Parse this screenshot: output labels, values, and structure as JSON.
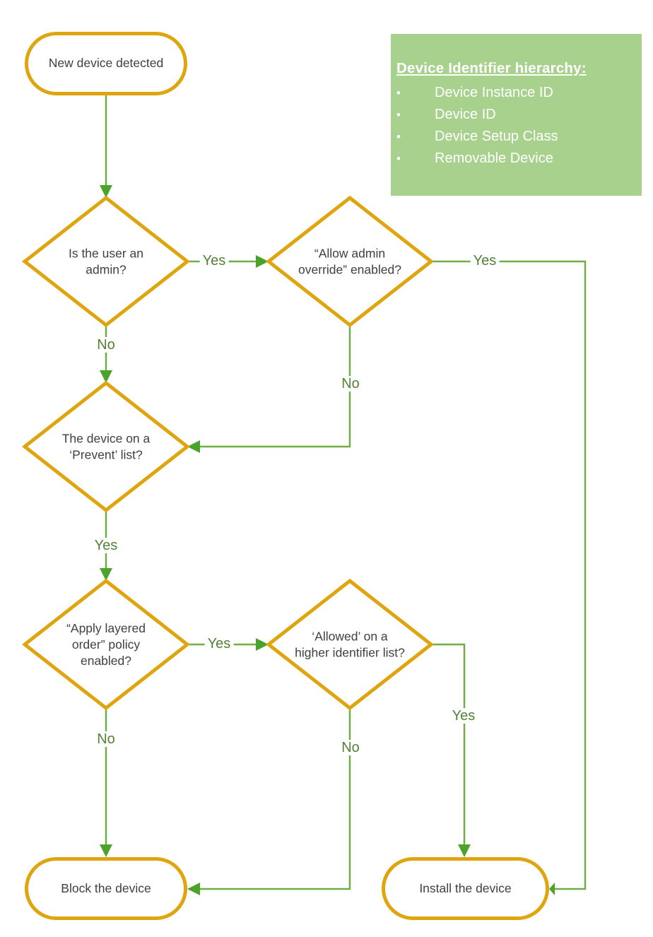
{
  "colors": {
    "shape_border_orange": "#DEA50F",
    "connector_green": "#70AD47",
    "arrowhead_green": "#4CA32B",
    "edge_label_green": "#538135",
    "node_text_gray": "#404040",
    "info_box_green": "#A9D18E",
    "info_box_text": "#FFFFFF"
  },
  "nodes": {
    "start": {
      "label": "New device detected"
    },
    "admin": {
      "label": "Is the user an admin?"
    },
    "override": {
      "label": "“Allow admin override” enabled?"
    },
    "prevent": {
      "label": "The device on a ‘Prevent’ list?"
    },
    "layered": {
      "label": "“Apply layered order” policy enabled?"
    },
    "allowed": {
      "label": "‘Allowed’ on a higher identifier list?"
    },
    "block": {
      "label": "Block the device"
    },
    "install": {
      "label": "Install the device"
    }
  },
  "edge_labels": {
    "admin_yes": "Yes",
    "admin_no": "No",
    "override_yes": "Yes",
    "override_no": "No",
    "prevent_yes": "Yes",
    "layered_yes": "Yes",
    "layered_no": "No",
    "allowed_yes": "Yes",
    "allowed_no": "No"
  },
  "info_box": {
    "title": "Device Identifier hierarchy:",
    "bullet": "•",
    "items": [
      "Device Instance ID",
      "Device ID",
      "Device Setup Class",
      "Removable Device"
    ]
  }
}
